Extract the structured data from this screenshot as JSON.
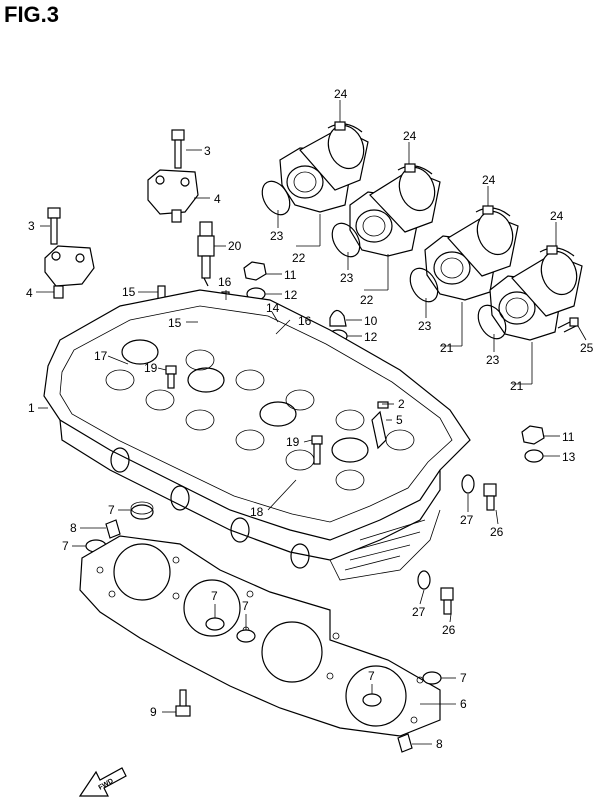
{
  "figure": {
    "title": "FIG.3"
  },
  "fwd_label": "FWD",
  "callouts": [
    {
      "id": "c24a",
      "text": "24"
    },
    {
      "id": "c24b",
      "text": "24"
    },
    {
      "id": "c24c",
      "text": "24"
    },
    {
      "id": "c24d",
      "text": "24"
    },
    {
      "id": "c3a",
      "text": "3"
    },
    {
      "id": "c3b",
      "text": "3"
    },
    {
      "id": "c4a",
      "text": "4"
    },
    {
      "id": "c4b",
      "text": "4"
    },
    {
      "id": "c20",
      "text": "20"
    },
    {
      "id": "c23a",
      "text": "23"
    },
    {
      "id": "c23b",
      "text": "23"
    },
    {
      "id": "c23c",
      "text": "23"
    },
    {
      "id": "c23d",
      "text": "23"
    },
    {
      "id": "c22a",
      "text": "22"
    },
    {
      "id": "c22b",
      "text": "22"
    },
    {
      "id": "c21a",
      "text": "21"
    },
    {
      "id": "c21b",
      "text": "21"
    },
    {
      "id": "c11a",
      "text": "11"
    },
    {
      "id": "c11b",
      "text": "11"
    },
    {
      "id": "c12a",
      "text": "12"
    },
    {
      "id": "c12b",
      "text": "12"
    },
    {
      "id": "c10",
      "text": "10"
    },
    {
      "id": "c13",
      "text": "13"
    },
    {
      "id": "c14",
      "text": "14"
    },
    {
      "id": "c15a",
      "text": "15"
    },
    {
      "id": "c15b",
      "text": "15"
    },
    {
      "id": "c16a",
      "text": "16"
    },
    {
      "id": "c16b",
      "text": "16"
    },
    {
      "id": "c17",
      "text": "17"
    },
    {
      "id": "c19a",
      "text": "19"
    },
    {
      "id": "c19b",
      "text": "19"
    },
    {
      "id": "c1",
      "text": "1"
    },
    {
      "id": "c2",
      "text": "2"
    },
    {
      "id": "c5",
      "text": "5"
    },
    {
      "id": "c18",
      "text": "18"
    },
    {
      "id": "c25",
      "text": "25"
    },
    {
      "id": "c26a",
      "text": "26"
    },
    {
      "id": "c26b",
      "text": "26"
    },
    {
      "id": "c27a",
      "text": "27"
    },
    {
      "id": "c27b",
      "text": "27"
    },
    {
      "id": "c7a",
      "text": "7"
    },
    {
      "id": "c7b",
      "text": "7"
    },
    {
      "id": "c7c",
      "text": "7"
    },
    {
      "id": "c7d",
      "text": "7"
    },
    {
      "id": "c7e",
      "text": "7"
    },
    {
      "id": "c7f",
      "text": "7"
    },
    {
      "id": "c8a",
      "text": "8"
    },
    {
      "id": "c8b",
      "text": "8"
    },
    {
      "id": "c9",
      "text": "9"
    },
    {
      "id": "c6",
      "text": "6"
    }
  ]
}
